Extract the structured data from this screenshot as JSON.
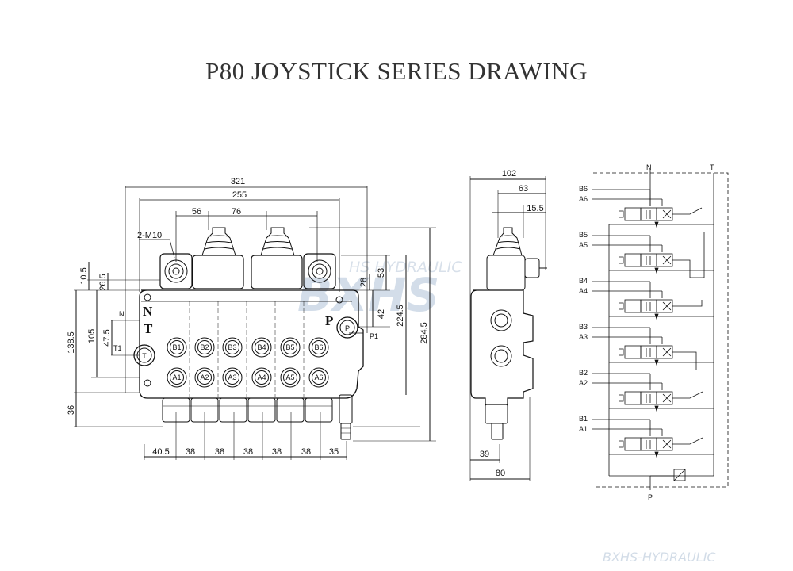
{
  "title": "P80 JOYSTICK SERIES DRAWING",
  "front_view": {
    "top_dims": [
      "321",
      "255",
      "56",
      "76"
    ],
    "bottom_dims": [
      "40.5",
      "38",
      "38",
      "38",
      "38",
      "38",
      "35"
    ],
    "left_dims": [
      "10.5",
      "26.5",
      "138.5",
      "105",
      "47.5",
      "36"
    ],
    "right_dims": [
      "53",
      "28",
      "42",
      "224.5",
      "284.5"
    ],
    "mount_label": "2-M10",
    "side_letters": [
      "N",
      "T",
      "P"
    ],
    "port_labels": [
      "N",
      "T1",
      "P1"
    ],
    "b_ports": [
      "B1",
      "B2",
      "B3",
      "B4",
      "B5",
      "B6"
    ],
    "a_ports": [
      "A1",
      "A2",
      "A3",
      "A4",
      "A5",
      "A6"
    ],
    "t_port": "T",
    "p_port": "P"
  },
  "side_view": {
    "top_dims": [
      "102",
      "63",
      "15.5"
    ],
    "bottom_dims": [
      "39",
      "80"
    ]
  },
  "schematic": {
    "top_labels": [
      "N",
      "T"
    ],
    "bottom_label": "P",
    "sections": [
      {
        "b": "B6",
        "a": "A6"
      },
      {
        "b": "B5",
        "a": "A5"
      },
      {
        "b": "B4",
        "a": "A4"
      },
      {
        "b": "B3",
        "a": "A3"
      },
      {
        "b": "B2",
        "a": "A2"
      },
      {
        "b": "B1",
        "a": "A1"
      }
    ]
  },
  "watermark": {
    "logo": "BXHS",
    "text": "HS HYDRAULIC",
    "footer": "BXHS-HYDRAULIC"
  },
  "colors": {
    "line": "#111111",
    "watermark": "#9fb6cf"
  }
}
